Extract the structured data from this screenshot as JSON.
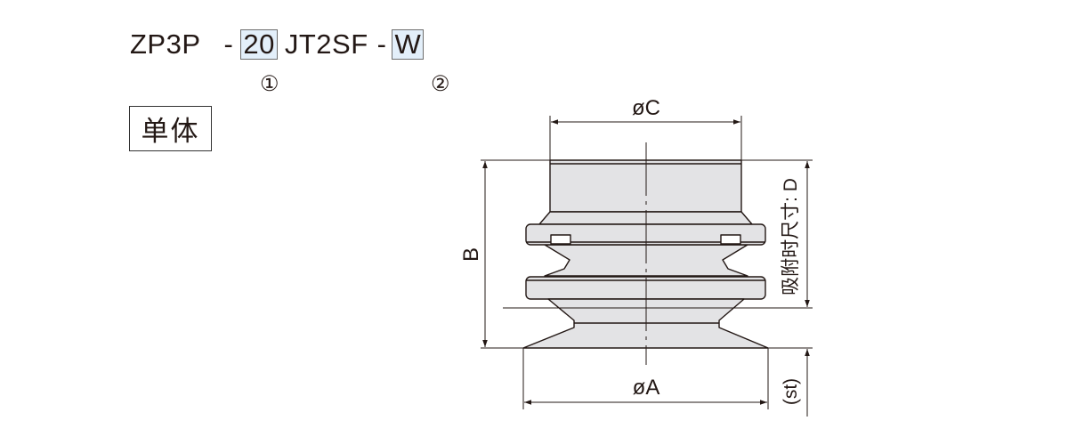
{
  "model": {
    "series": "ZP3P",
    "dash1": "-",
    "option1": "20",
    "suffix": "JT2SF",
    "dash2": "-",
    "option2": "W",
    "marker1": "①",
    "marker2": "②"
  },
  "unit_label": "单体",
  "dimensions": {
    "c": "øC",
    "a": "øA",
    "b": "B",
    "d": "吸附时尺寸: D",
    "st": "(st)"
  },
  "colors": {
    "highlight": "#e3effa",
    "body_fill": "#e3e3e5",
    "line": "#231815"
  }
}
